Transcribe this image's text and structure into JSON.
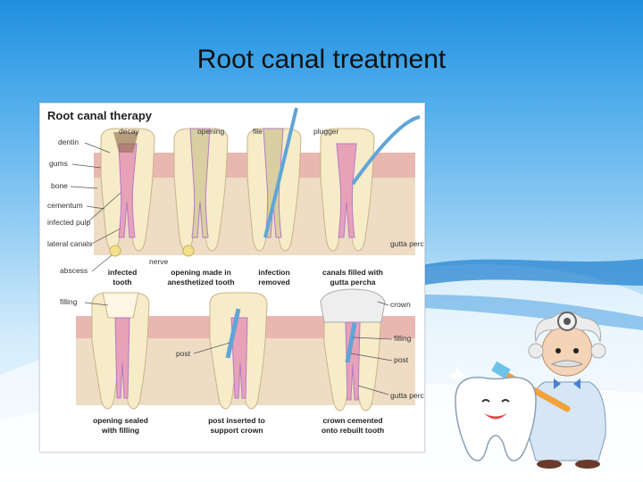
{
  "slide": {
    "title": "Root canal treatment"
  },
  "diagram": {
    "heading": "Root canal therapy",
    "anatomy_labels": [
      "dentin",
      "gums",
      "bone",
      "cementum",
      "infected pulp",
      "lateral canals",
      "abscess"
    ],
    "top_labels": {
      "decay": "decay",
      "opening": "opening",
      "file": "file",
      "plugger": "plugger",
      "nerve": "nerve",
      "gutta_percha": "gutta percha"
    },
    "stage_captions": [
      {
        "line1": "infected",
        "line2": "tooth"
      },
      {
        "line1": "opening made in",
        "line2": "anesthetized tooth"
      },
      {
        "line1": "infection",
        "line2": "removed"
      },
      {
        "line1": "canals filled with",
        "line2": "gutta percha"
      },
      {
        "line1": "opening sealed",
        "line2": "with filling"
      },
      {
        "line1": "post inserted to",
        "line2": "support crown"
      },
      {
        "line1": "crown cemented",
        "line2": "onto rebuilt tooth"
      }
    ],
    "bottom_labels": {
      "filling_left": "filling",
      "post_mid": "post",
      "crown": "crown",
      "filling_right": "filling",
      "post_right": "post",
      "gutta_percha_right": "gutta percha"
    }
  },
  "colors": {
    "background_top": "#1f8fde",
    "pulp": "#e7a2b8",
    "canal": "#b57ac7",
    "dentin": "#f7ecc8",
    "gum": "#e8b7b0",
    "bone": "#eedcc4",
    "file": "#5fa5d8"
  },
  "icons": {
    "cartoon": "dentist-with-toothbrush-and-tooth"
  }
}
